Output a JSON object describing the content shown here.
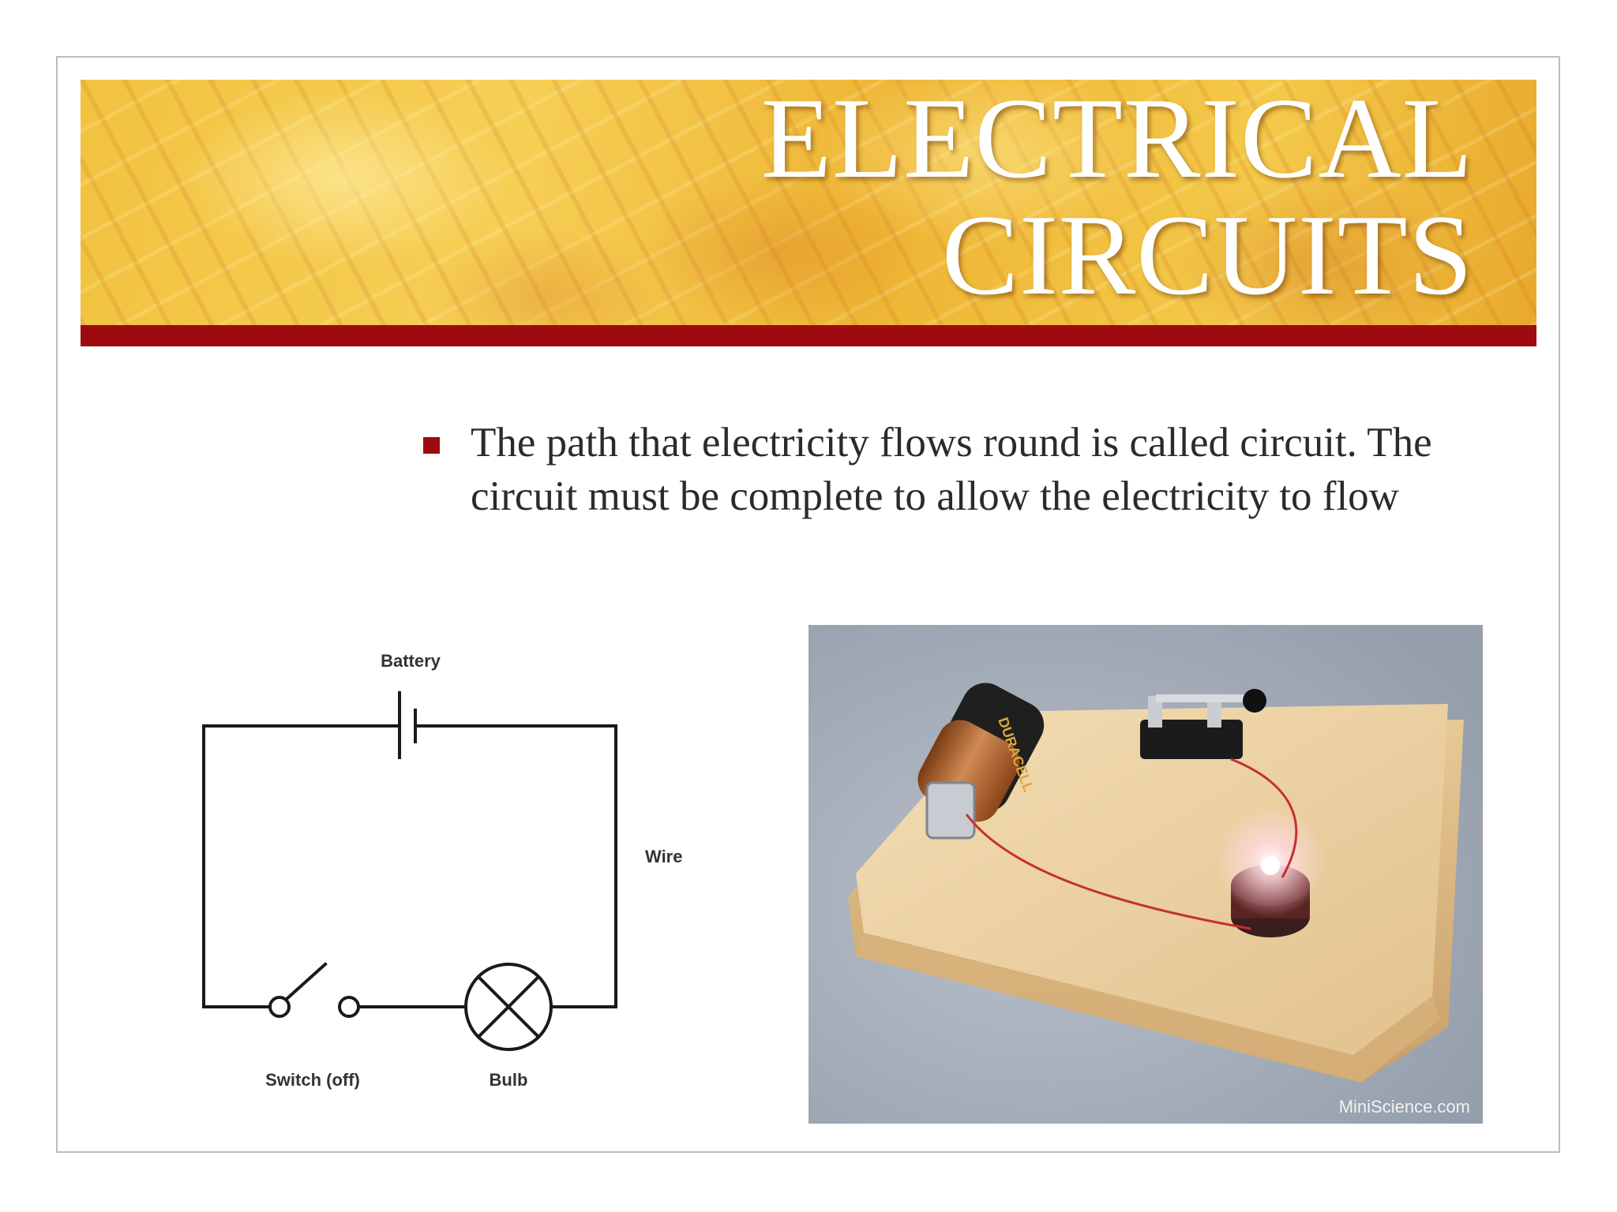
{
  "slide": {
    "title_lines": [
      "ELECTRICAL",
      "CIRCUITS"
    ],
    "bullet": "The path that electricity flows round is called circuit. The circuit must be complete to allow the electricity to flow"
  },
  "diagram": {
    "labels": {
      "battery": "Battery",
      "wire": "Wire",
      "switch": "Switch (off)",
      "bulb": "Bulb"
    }
  },
  "photo": {
    "watermark": "MiniScience.com",
    "battery_brand": "DURACELL"
  },
  "colors": {
    "accent_red": "#9e0b0f",
    "banner_gold": "#f2c240",
    "title_text": "#ffffff",
    "body_text": "#2b2b2b"
  }
}
